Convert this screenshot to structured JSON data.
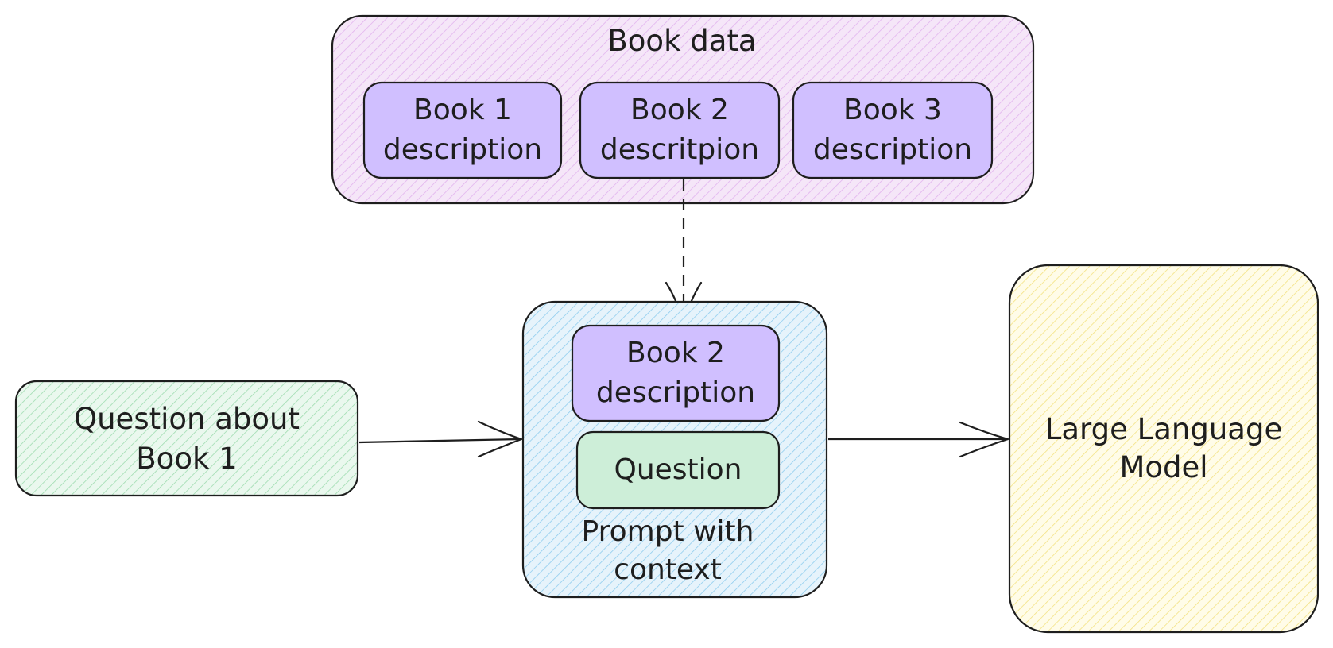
{
  "diagram": {
    "book_data": {
      "title": "Book data",
      "books": [
        {
          "line1": "Book 1",
          "line2": "description"
        },
        {
          "line1": "Book 2",
          "line2": "descritpion"
        },
        {
          "line1": "Book 3",
          "line2": "description"
        }
      ]
    },
    "question_box": {
      "line1": "Question about",
      "line2": "Book 1"
    },
    "prompt": {
      "context_box": {
        "line1": "Book 2",
        "line2": "description"
      },
      "question_label": "Question",
      "caption_line1": "Prompt with",
      "caption_line2": "context"
    },
    "llm": {
      "line1": "Large Language",
      "line2": "Model"
    }
  },
  "colors": {
    "stroke": "#1e1e1e",
    "book_data_fill": "#f3e0f7",
    "book_data_hatch": "#e8b8f0",
    "book_card_fill": "#d0bfff",
    "question_fill": "#e6f7ea",
    "question_hatch": "#9ee0b0",
    "prompt_fill": "#e3f2fb",
    "prompt_hatch": "#8ed0f0",
    "llm_fill": "#fefbe3",
    "llm_hatch": "#f5e27a"
  }
}
